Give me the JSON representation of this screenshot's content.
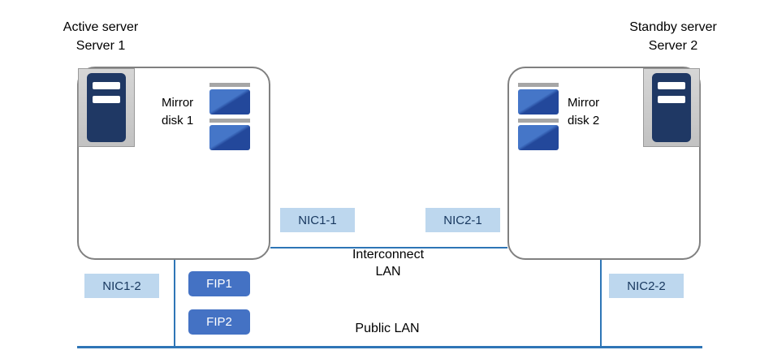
{
  "servers": [
    {
      "role": "Active server",
      "name": "Server 1",
      "mirror_disk": "Mirror disk 1",
      "nic_interconnect": "NIC1-1",
      "nic_public": "NIC1-2"
    },
    {
      "role": "Standby server",
      "name": "Server 2",
      "mirror_disk": "Mirror disk 2",
      "nic_interconnect": "NIC2-1",
      "nic_public": "NIC2-2"
    }
  ],
  "fips": [
    {
      "label": "FIP1"
    },
    {
      "label": "FIP2"
    }
  ],
  "networks": {
    "interconnect_line1": "Interconnect",
    "interconnect_line2": "LAN",
    "public": "Public LAN"
  },
  "colors": {
    "line": "#2E75B6",
    "nic_bg": "#BDD7EE",
    "nic_text": "#17375E",
    "fip_bg": "#4472C4",
    "fip_text": "#FFFFFF",
    "server_border": "#808080",
    "icon_navy": "#1F3864",
    "icon_frame": "#C2C2C2",
    "disk_blue_light": "#4576C8",
    "disk_blue_dark": "#23489B",
    "disk_cap": "#A6A6A6"
  }
}
